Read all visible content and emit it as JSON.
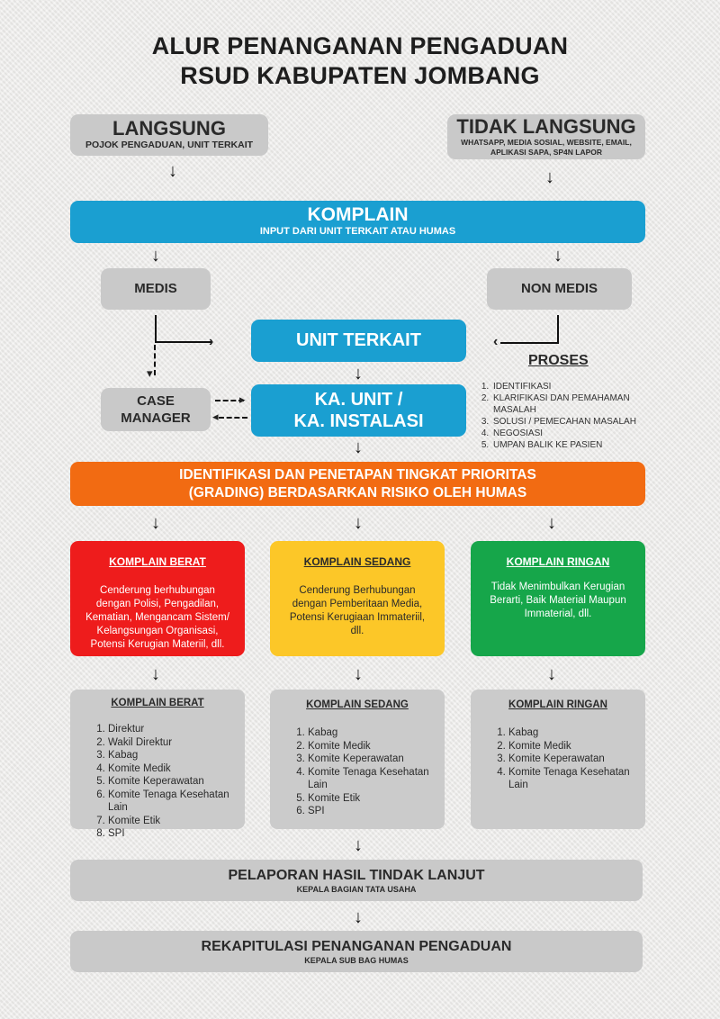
{
  "title": {
    "line1": "ALUR PENANGANAN PENGADUAN",
    "line2": "RSUD KABUPATEN JOMBANG"
  },
  "langsung": {
    "title": "LANGSUNG",
    "subtitle": "POJOK PENGADUAN, UNIT TERKAIT"
  },
  "tidak_langsung": {
    "title": "TIDAK LANGSUNG",
    "subtitle_line1": "WHATSAPP, MEDIA SOSIAL, WEBSITE, EMAIL,",
    "subtitle_line2": "APLIKASI SAPA, SP4N LAPOR"
  },
  "komplain": {
    "title": "KOMPLAIN",
    "subtitle": "INPUT DARI UNIT TERKAIT ATAU HUMAS"
  },
  "medis": "MEDIS",
  "non_medis": "NON MEDIS",
  "unit_terkait": "UNIT TERKAIT",
  "case_manager": {
    "line1": "CASE",
    "line2": "MANAGER"
  },
  "ka_unit": {
    "line1": "KA. UNIT /",
    "line2": "KA. INSTALASI"
  },
  "proses": {
    "title": "PROSES",
    "items": [
      "IDENTIFIKASI",
      "KLARIFIKASI DAN PEMAHAMAN MASALAH",
      "SOLUSI / PEMECAHAN MASALAH",
      "NEGOSIASI",
      "UMPAN BALIK KE PASIEN"
    ]
  },
  "identifikasi": {
    "line1": "IDENTIFIKASI DAN PENETAPAN TINGKAT PRIORITAS",
    "line2": "(GRADING) BERDASARKAN RISIKO OLEH HUMAS"
  },
  "cards": [
    {
      "title": "KOMPLAIN BERAT",
      "color": "#ee1c1c",
      "desc": "Cenderung berhubungan dengan Polisi, Pengadilan, Kematian, Mengancam Sistem/ Kelangsungan Organisasi, Potensi Kerugian Materiil, dll."
    },
    {
      "title": "KOMPLAIN SEDANG",
      "color": "#fcc728",
      "desc": "Cenderung Berhubungan dengan Pemberitaan Media, Potensi Kerugiaan Immateriil, dll."
    },
    {
      "title": "KOMPLAIN RINGAN",
      "color": "#16a64a",
      "desc": "Tidak Menimbulkan Kerugian Berarti, Baik Material Maupun Immaterial, dll."
    }
  ],
  "lists": [
    {
      "title": "KOMPLAIN BERAT",
      "items": [
        "Direktur",
        "Wakil Direktur",
        "Kabag",
        "Komite Medik",
        "Komite Keperawatan",
        "Komite Tenaga Kesehatan Lain",
        "Komite Etik",
        "SPI"
      ]
    },
    {
      "title": "KOMPLAIN SEDANG",
      "items": [
        "Kabag",
        "Komite Medik",
        "Komite Keperawatan",
        "Komite Tenaga Kesehatan Lain",
        "Komite Etik",
        "SPI"
      ]
    },
    {
      "title": "KOMPLAIN RINGAN",
      "items": [
        "Kabag",
        "Komite Medik",
        "Komite Keperawatan",
        "Komite Tenaga Kesehatan Lain"
      ]
    }
  ],
  "pelaporan": {
    "title": "PELAPORAN HASIL TINDAK LANJUT",
    "subtitle": "KEPALA BAGIAN TATA USAHA"
  },
  "rekapitulasi": {
    "title": "REKAPITULASI PENANGANAN PENGADUAN",
    "subtitle": "KEPALA SUB BAG HUMAS"
  },
  "arrow_glyph": "↓"
}
